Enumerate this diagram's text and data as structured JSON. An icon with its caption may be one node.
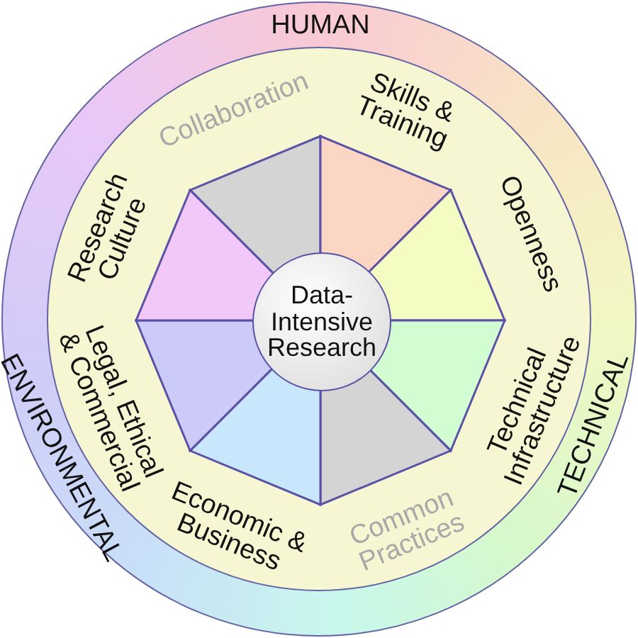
{
  "diagram": {
    "nodes": [
      {
        "text": [
          "HUMAN",
          "TECHNICAL",
          "ENVIRONMENTAL"
        ]
      },
      {
        "text": [
          "Collaboration"
        ],
        "in": 0
      },
      {
        "text": [
          "Skills & Training"
        ],
        "in": 0
      },
      {
        "text": [
          "Openness"
        ],
        "in": 0
      },
      {
        "text": [
          "Technical Infrastructure"
        ],
        "in": 0
      },
      {
        "text": [
          "Common Practices"
        ],
        "in": 0
      },
      {
        "text": [
          "Economic & Business"
        ],
        "in": 0
      },
      {
        "text": [
          "Legal, Ethical & Commercial"
        ],
        "in": 0
      },
      {
        "text": [
          "Research Culture"
        ],
        "in": 0
      },
      {
        "text": [
          "Data-Intensive Research"
        ],
        "in": 0
      }
    ],
    "edges": []
  }
}
